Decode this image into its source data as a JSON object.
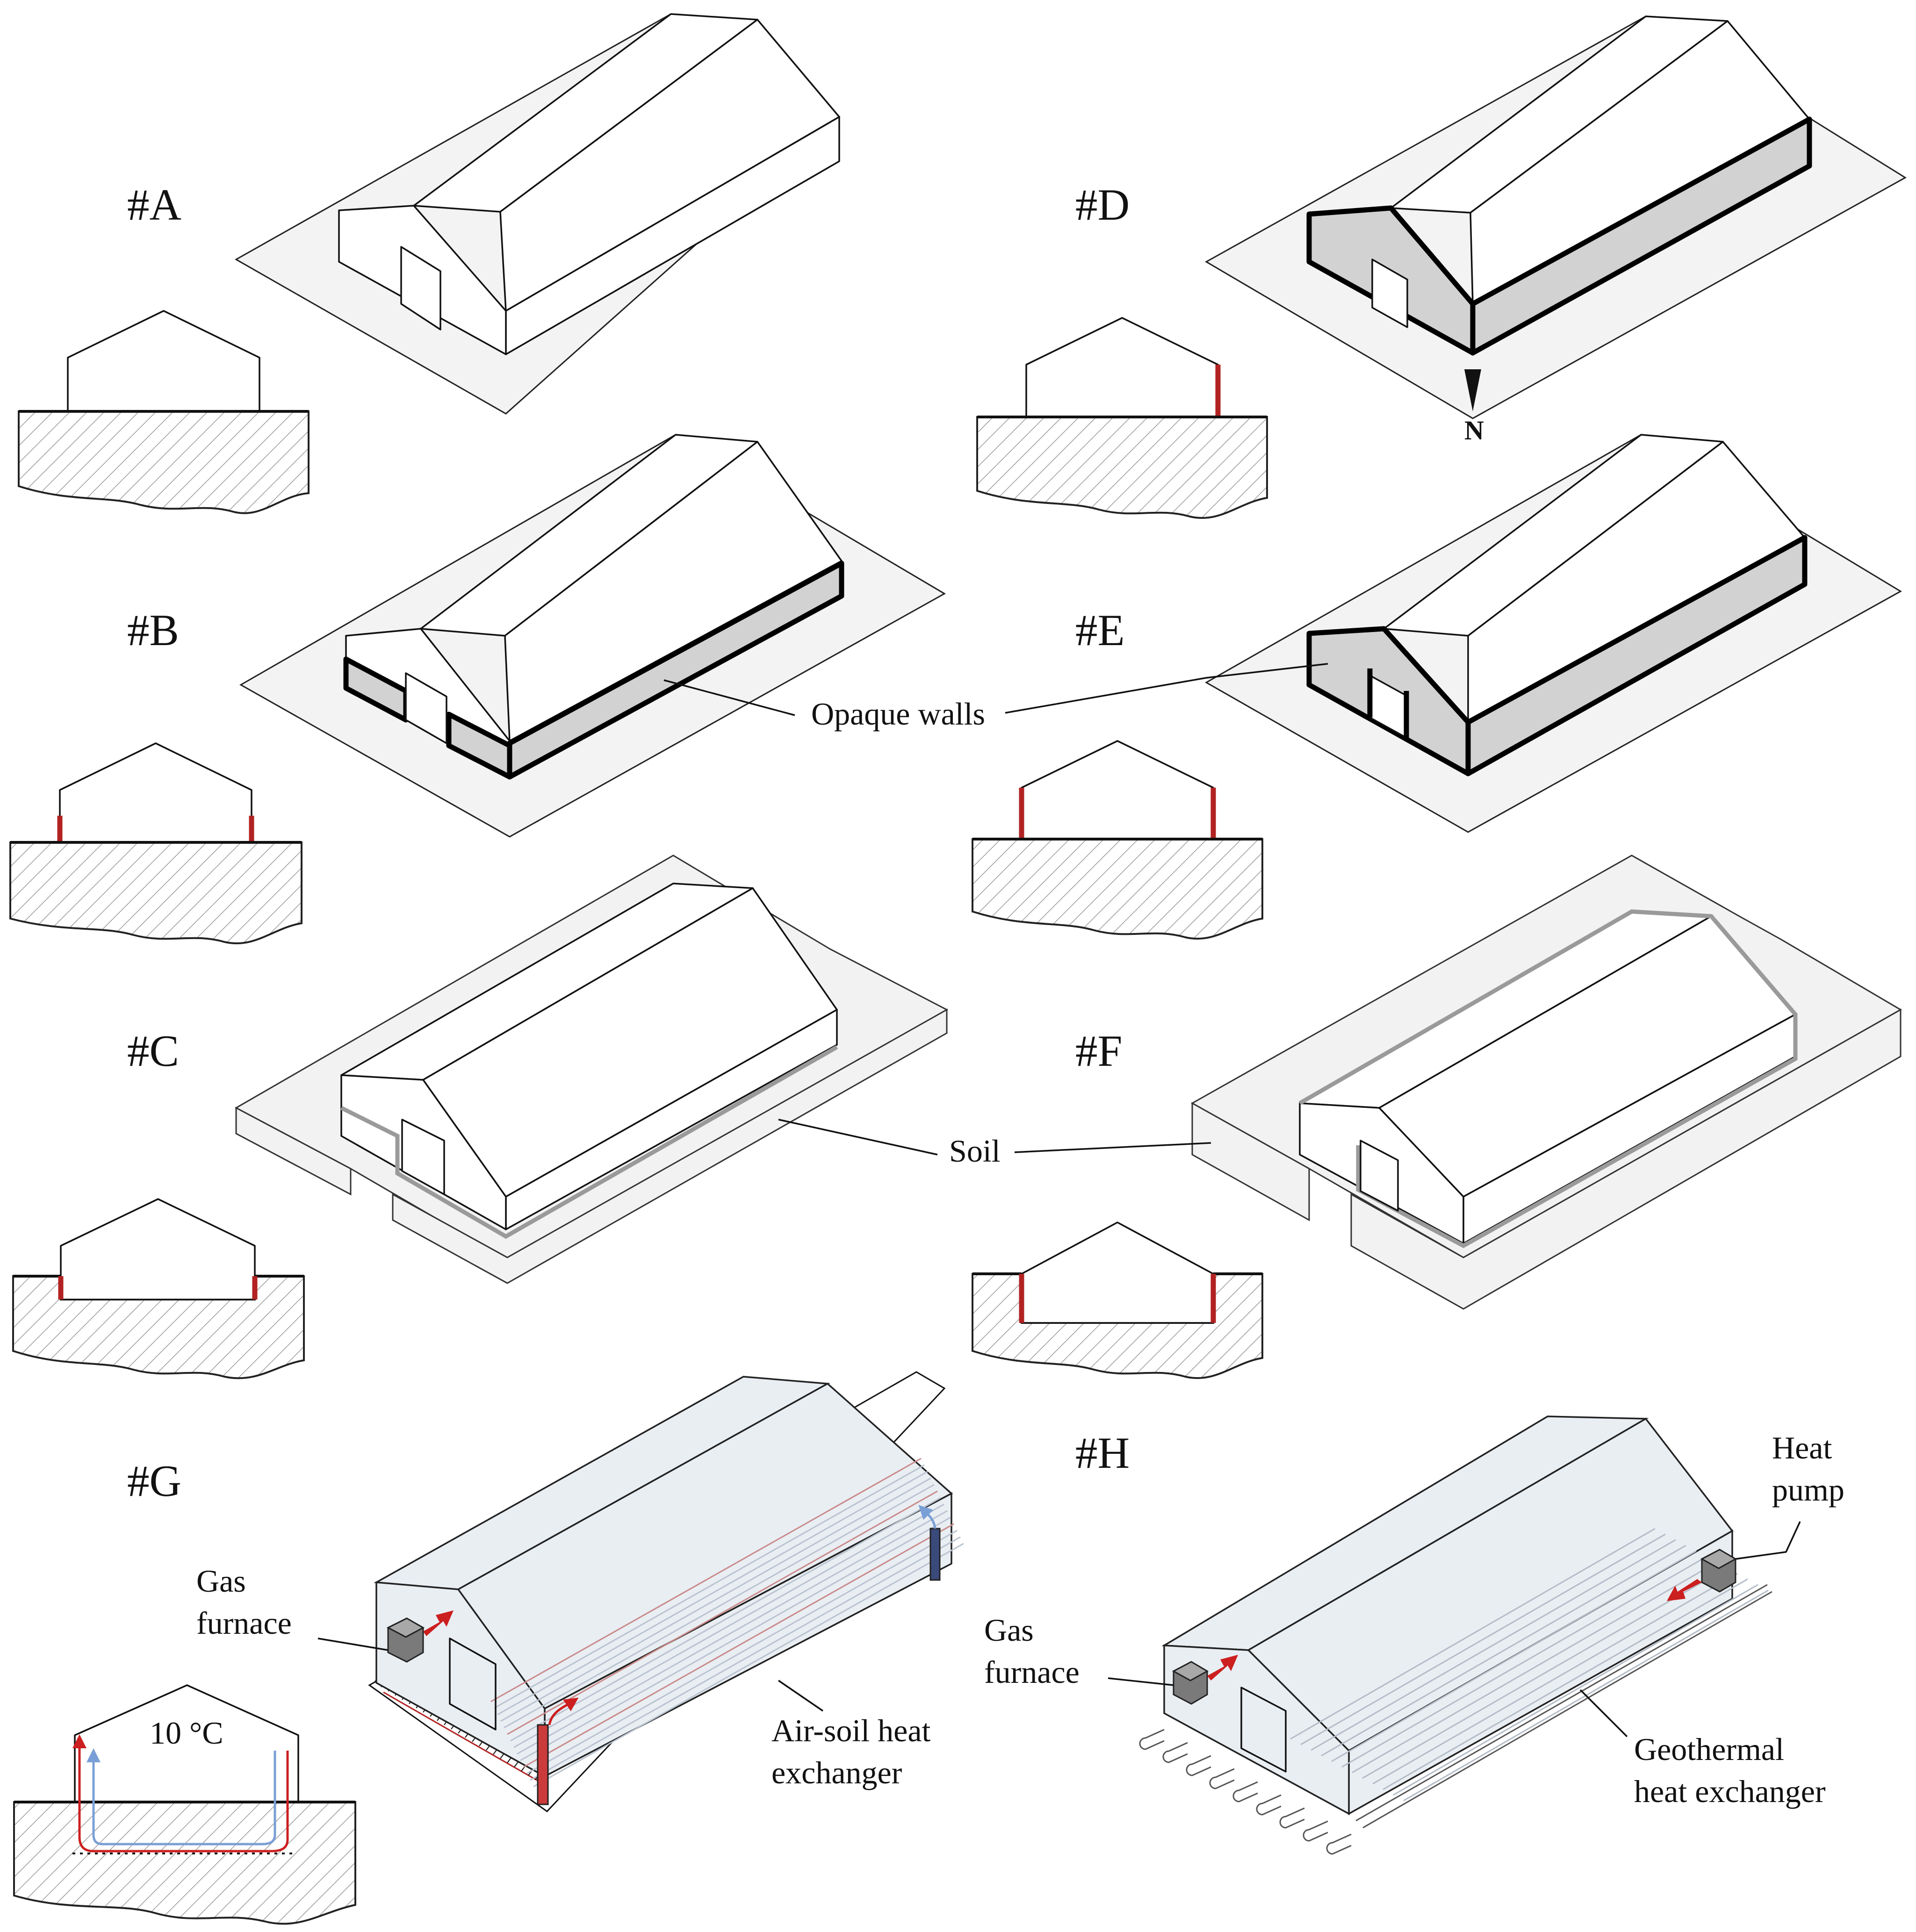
{
  "panels": {
    "A": {
      "label": "#A"
    },
    "B": {
      "label": "#B"
    },
    "C": {
      "label": "#C"
    },
    "D": {
      "label": "#D",
      "north": "N"
    },
    "E": {
      "label": "#E"
    },
    "F": {
      "label": "#F"
    },
    "G": {
      "label": "#G",
      "temperature": "10 °C"
    },
    "H": {
      "label": "#H"
    }
  },
  "annotations": {
    "opaque_walls": "Opaque walls",
    "soil": "Soil",
    "gas_furnace_g": [
      "Gas",
      "furnace"
    ],
    "gas_furnace_h": [
      "Gas",
      "furnace"
    ],
    "air_soil": [
      "Air-soil heat",
      "exchanger"
    ],
    "heat_pump": [
      "Heat",
      "pump"
    ],
    "geothermal": [
      "Geothermal",
      "heat exchanger"
    ]
  },
  "colors": {
    "insulated_wall": "#b22222",
    "warm_air": "#cc1f1f",
    "cool_air": "#7a9fd6",
    "opaque_wall": "#d2d2d2",
    "glass": "#e9eef3"
  }
}
